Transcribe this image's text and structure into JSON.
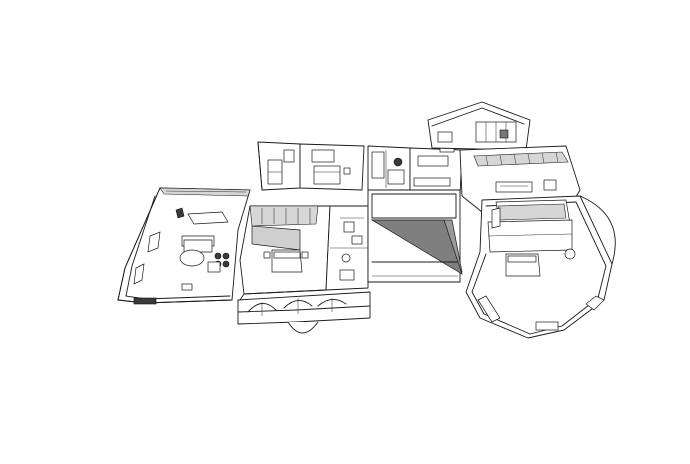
{
  "drawing": {
    "type": "isometric floor plan line drawing",
    "background": "#ffffff",
    "line_color": "#1a1a1a",
    "shade_color": "#9a9a9a",
    "rooms": [
      "left-living-room",
      "central-bedroom",
      "central-bathroom",
      "upper-bedroom",
      "upper-bathroom",
      "upper-kitchen",
      "corridor",
      "top-right-bay-room",
      "right-lounge",
      "right-bay-bedroom"
    ]
  }
}
